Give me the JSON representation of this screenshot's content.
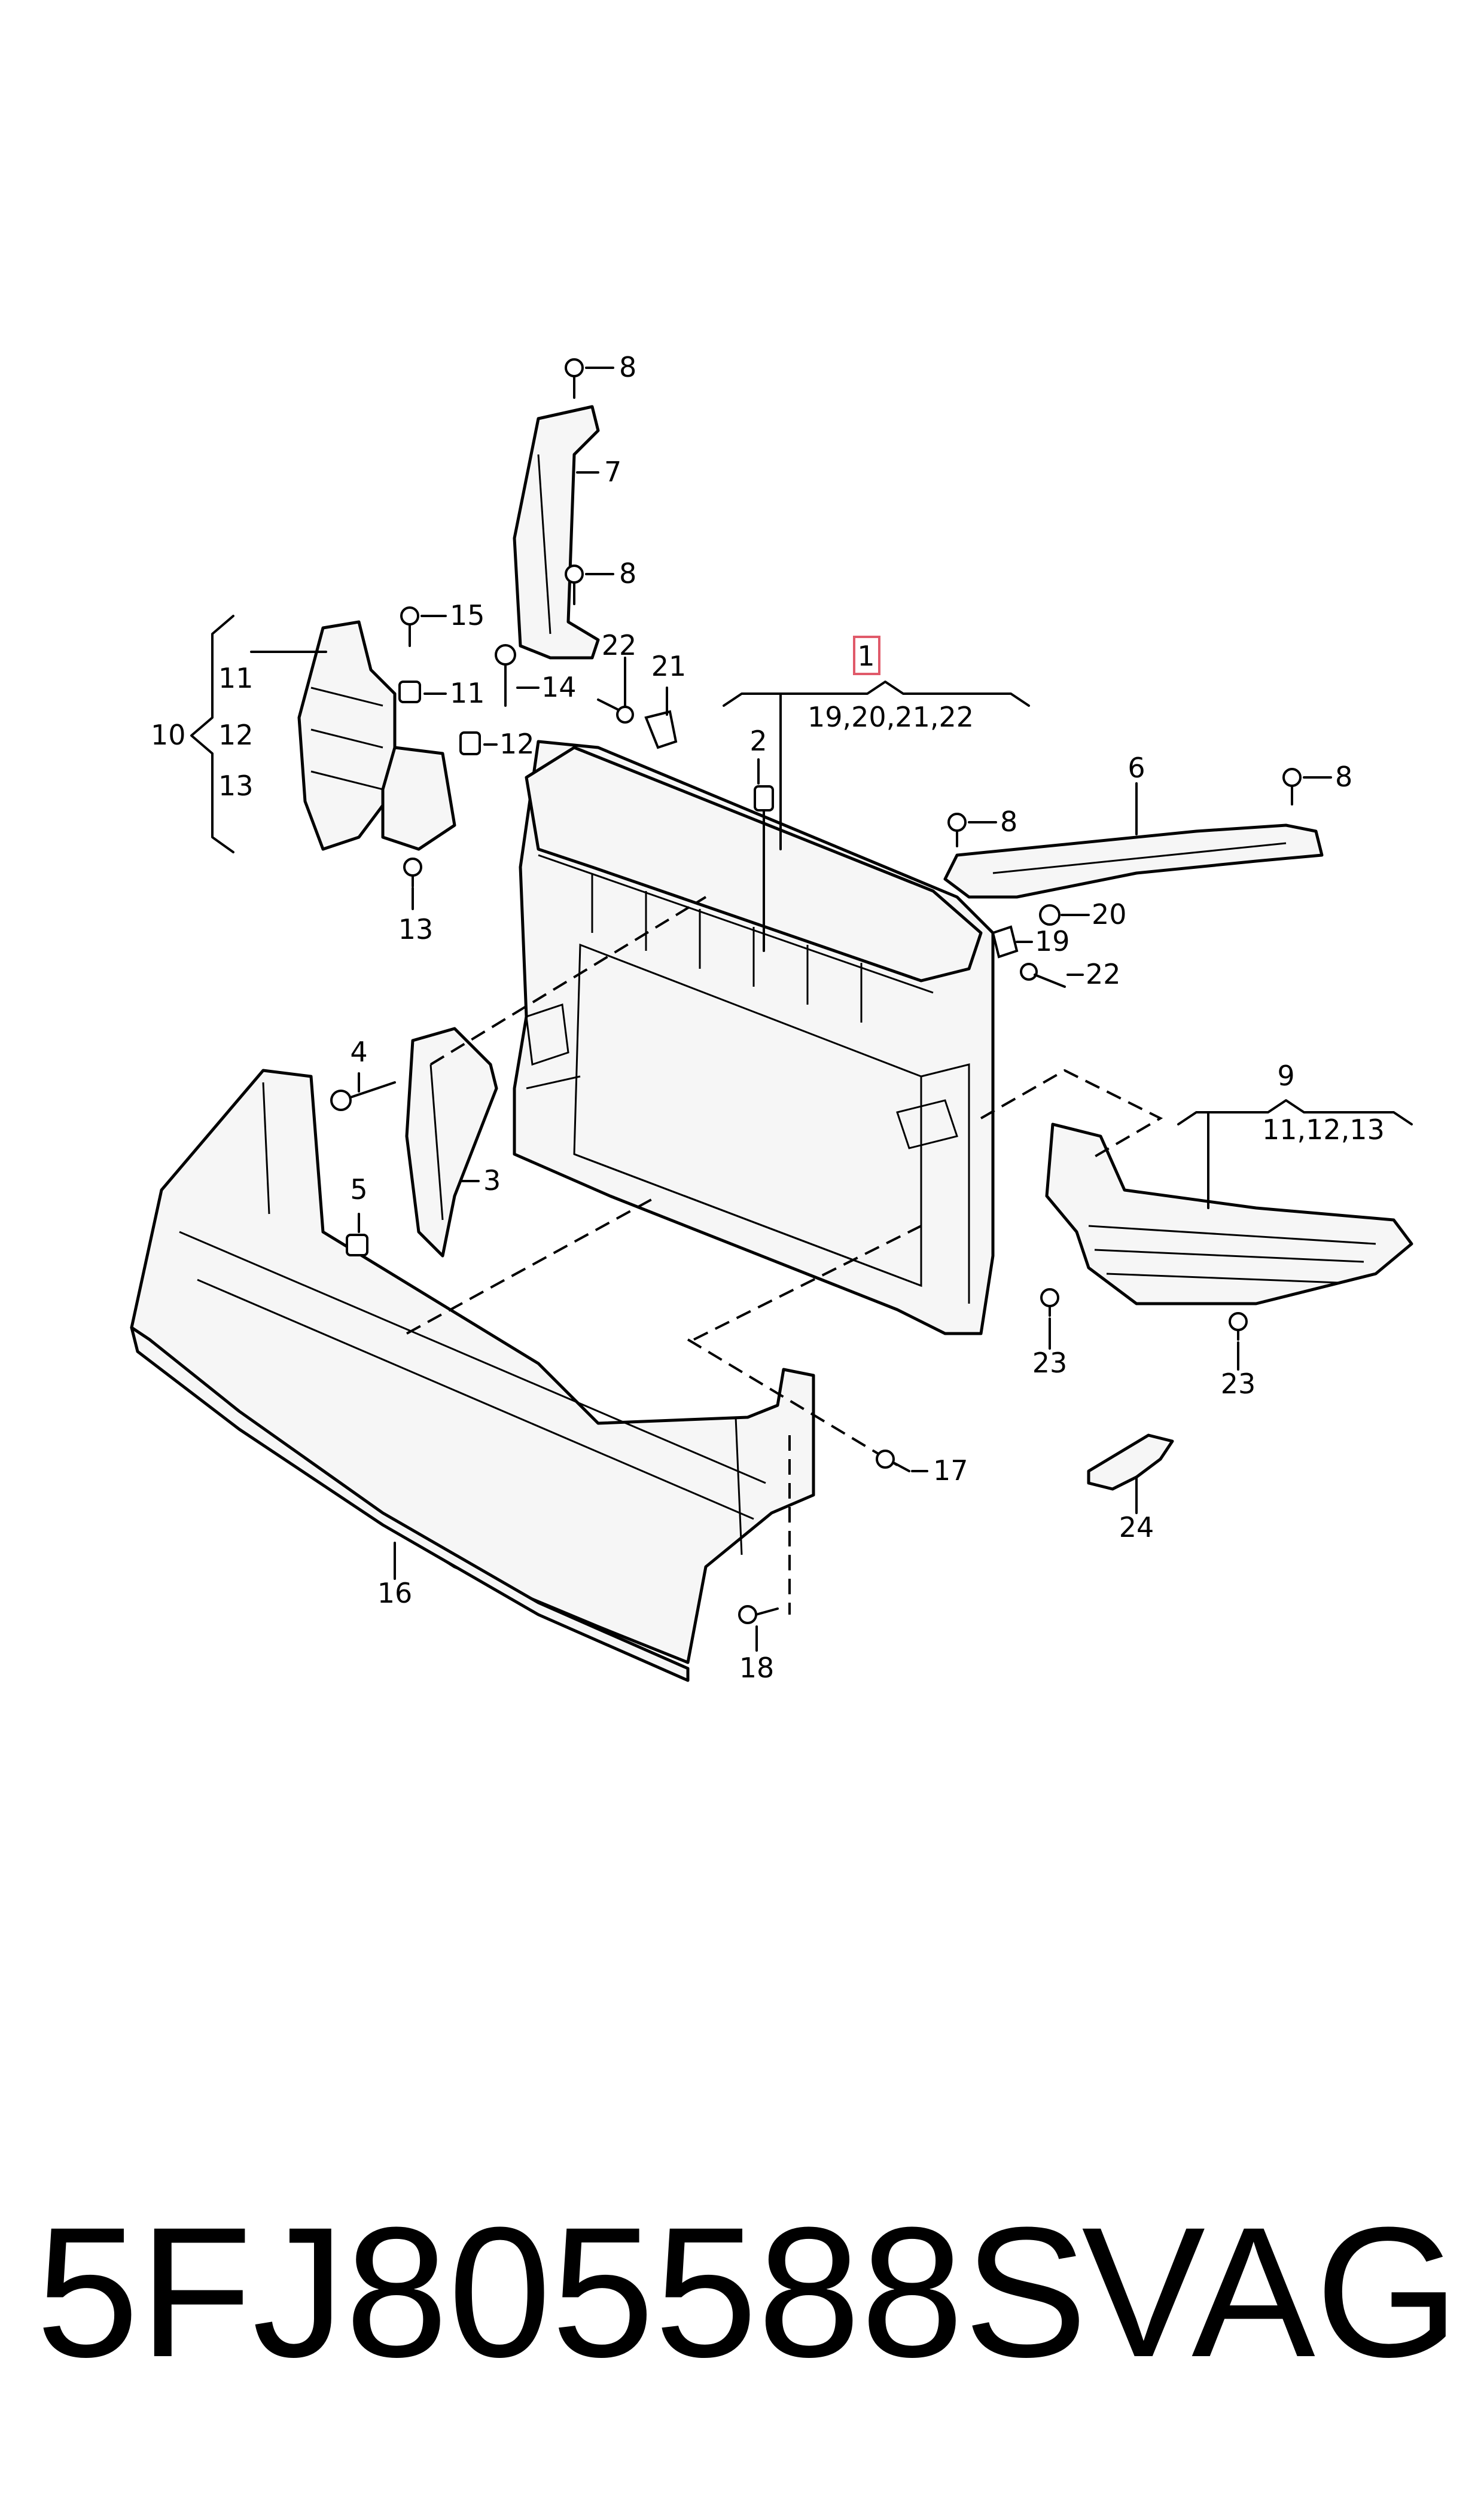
{
  "callouts": {
    "c1": "1",
    "c1_sub": "19,20,21,22",
    "c2": "2",
    "c3": "3",
    "c4": "4",
    "c5": "5",
    "c6": "6",
    "c7": "7",
    "c8a": "8",
    "c8b": "8",
    "c8c": "8",
    "c8d": "8",
    "c9": "9",
    "c9_sub": "11,12,13",
    "c10": "10",
    "c10_11": "11",
    "c10_12": "12",
    "c10_13": "13",
    "c11": "11",
    "c12": "12",
    "c13": "13",
    "c14": "14",
    "c15": "15",
    "c16": "16",
    "c17": "17",
    "c18": "18",
    "c19": "19",
    "c20": "20",
    "c21": "21",
    "c22a": "22",
    "c22b": "22",
    "c23a": "23",
    "c23b": "23",
    "c24": "24"
  },
  "footer": {
    "part_number": "5FJ805588S",
    "brand": "VAG"
  },
  "colors": {
    "highlight": "#e05a6a",
    "line": "#000000",
    "background": "#ffffff"
  }
}
